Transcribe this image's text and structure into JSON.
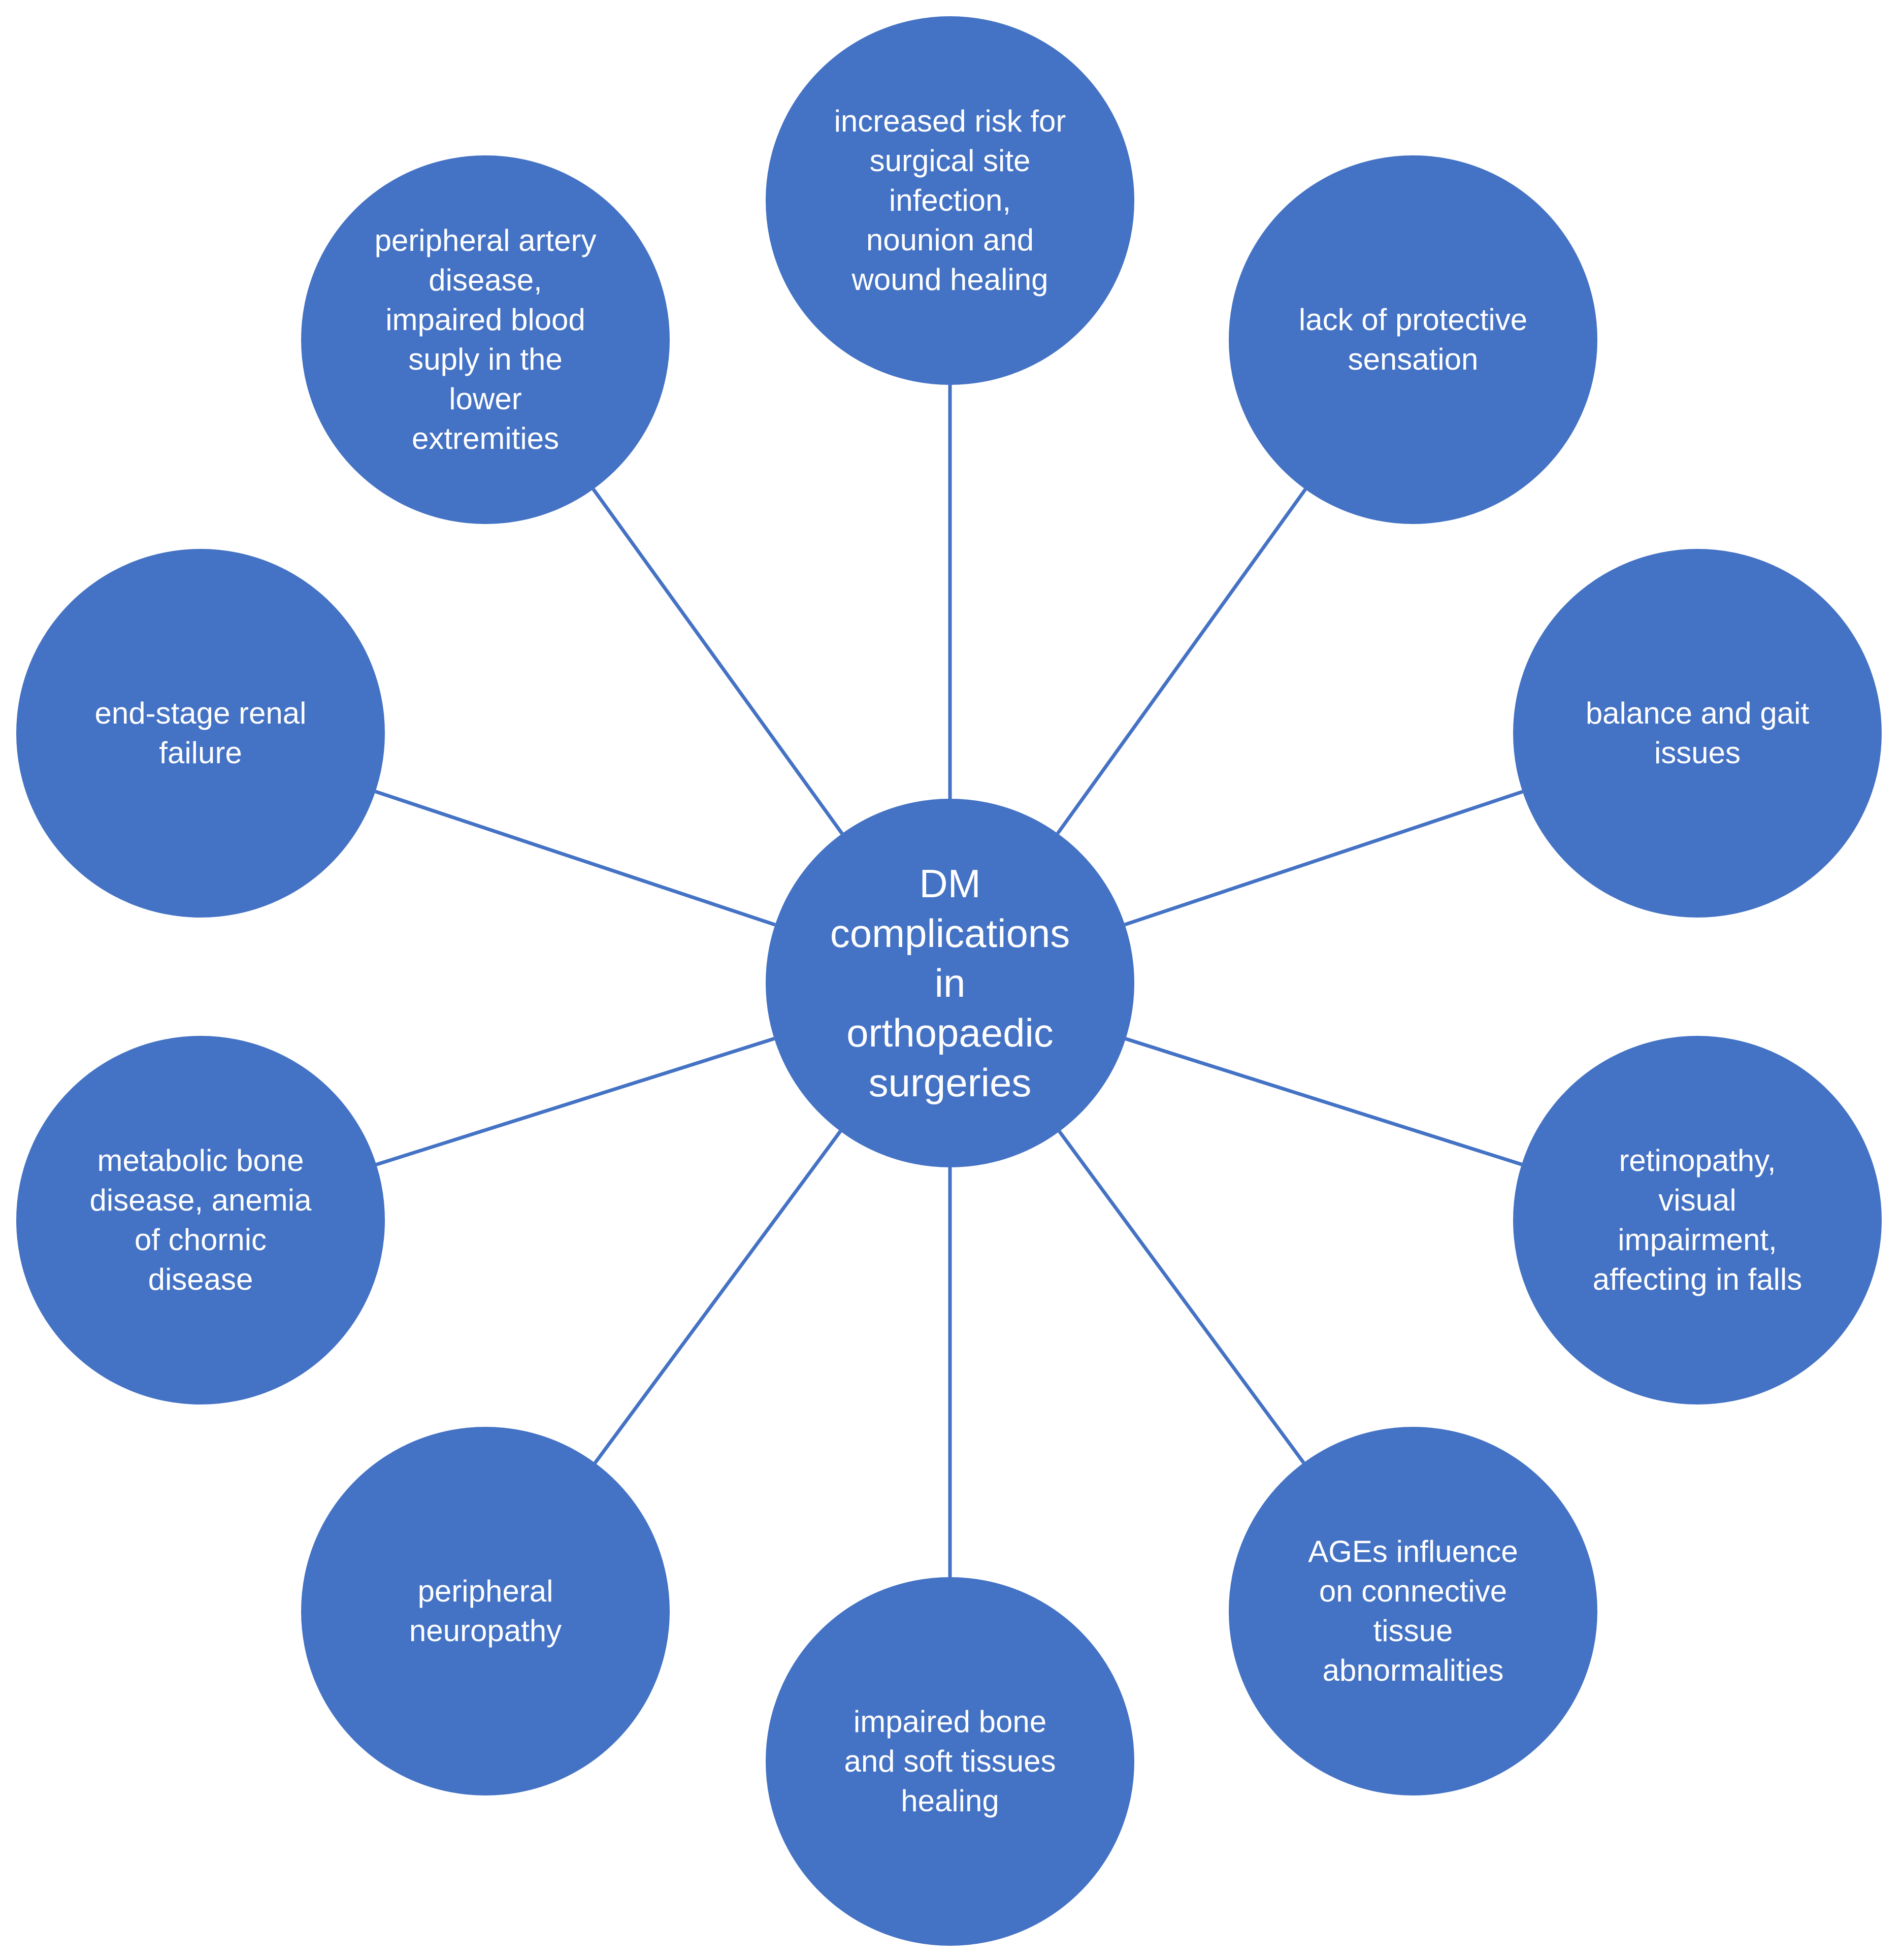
{
  "colors": {
    "node_fill": "#4472C4",
    "connector": "#4472C4",
    "label": "#ffffff",
    "background": "#ffffff"
  },
  "center": {
    "label": "DM\ncomplications\nin\northopaedic\nsurgeries"
  },
  "nodes": [
    {
      "id": "surgical-site",
      "label": "increased risk for\nsurgical site\ninfection,\nnounion and\nwound healing"
    },
    {
      "id": "protective-sensation",
      "label": "lack of protective\nsensation"
    },
    {
      "id": "balance-gait",
      "label": "balance and gait\nissues"
    },
    {
      "id": "retinopathy",
      "label": "retinopathy,\nvisual\nimpairment,\naffecting in falls"
    },
    {
      "id": "ages-influence",
      "label": "AGEs influence\non connective\ntissue\nabnormalities"
    },
    {
      "id": "bone-healing",
      "label": "impaired bone\nand soft tissues\nhealing"
    },
    {
      "id": "peripheral-neuropathy",
      "label": "peripheral\nneuropathy"
    },
    {
      "id": "metabolic-bone",
      "label": "metabolic bone\ndisease, anemia\nof chornic\ndisease"
    },
    {
      "id": "renal-failure",
      "label": "end-stage renal\nfailure"
    },
    {
      "id": "peripheral-artery",
      "label": "peripheral artery\ndisease,\nimpaired blood\nsuply in the\nlower\nextremities"
    }
  ]
}
